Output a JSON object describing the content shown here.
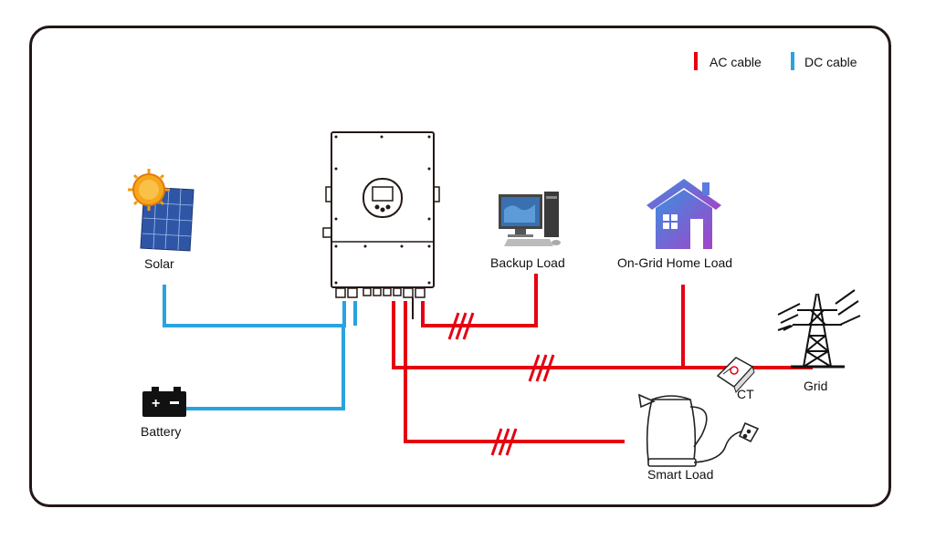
{
  "legend": {
    "ac_label": "AC cable",
    "dc_label": "DC cable",
    "ac_color": "#e60012",
    "dc_color": "#29a3e0"
  },
  "nodes": {
    "solar": "Solar",
    "battery": "Battery",
    "backup_load": "Backup Load",
    "on_grid_home_load": "On-Grid Home Load",
    "grid": "Grid",
    "ct": "CT",
    "smart_load": "Smart Load"
  },
  "icons": {
    "solar": "solar-panel-icon",
    "battery": "battery-icon",
    "inverter": "hybrid-inverter-icon",
    "backup_load": "desktop-computer-icon",
    "home": "house-icon",
    "grid": "transmission-tower-icon",
    "ct": "current-transformer-icon",
    "smart_load": "electric-kettle-icon"
  }
}
